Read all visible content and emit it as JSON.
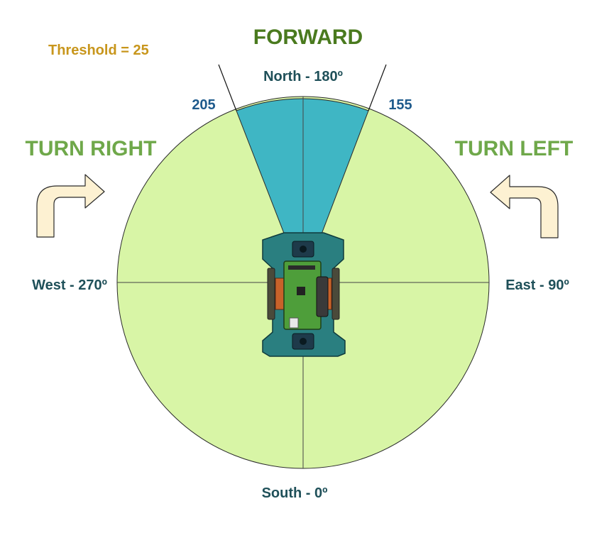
{
  "threshold_label": "Threshold = 25",
  "forward_label": "FORWARD",
  "turn_right_label": "TURN RIGHT",
  "turn_left_label": "TURN LEFT",
  "north_label": "North - 180º",
  "south_label": "South - 0º",
  "east_label": "East - 90º",
  "west_label": "West - 270º",
  "left_bound_label": "205",
  "right_bound_label": "155",
  "colors": {
    "threshold": "#c8961c",
    "forward": "#4a7a1e",
    "turn": "#6fa84a",
    "compass": "#1f5059",
    "bound": "#1e5a8c",
    "disc": "#d8f5a6",
    "wedge": "#3fb6c4",
    "arrow_fill": "#fdf1d2",
    "robot_plate": "#2a7f80",
    "board": "#4e9e3a"
  }
}
